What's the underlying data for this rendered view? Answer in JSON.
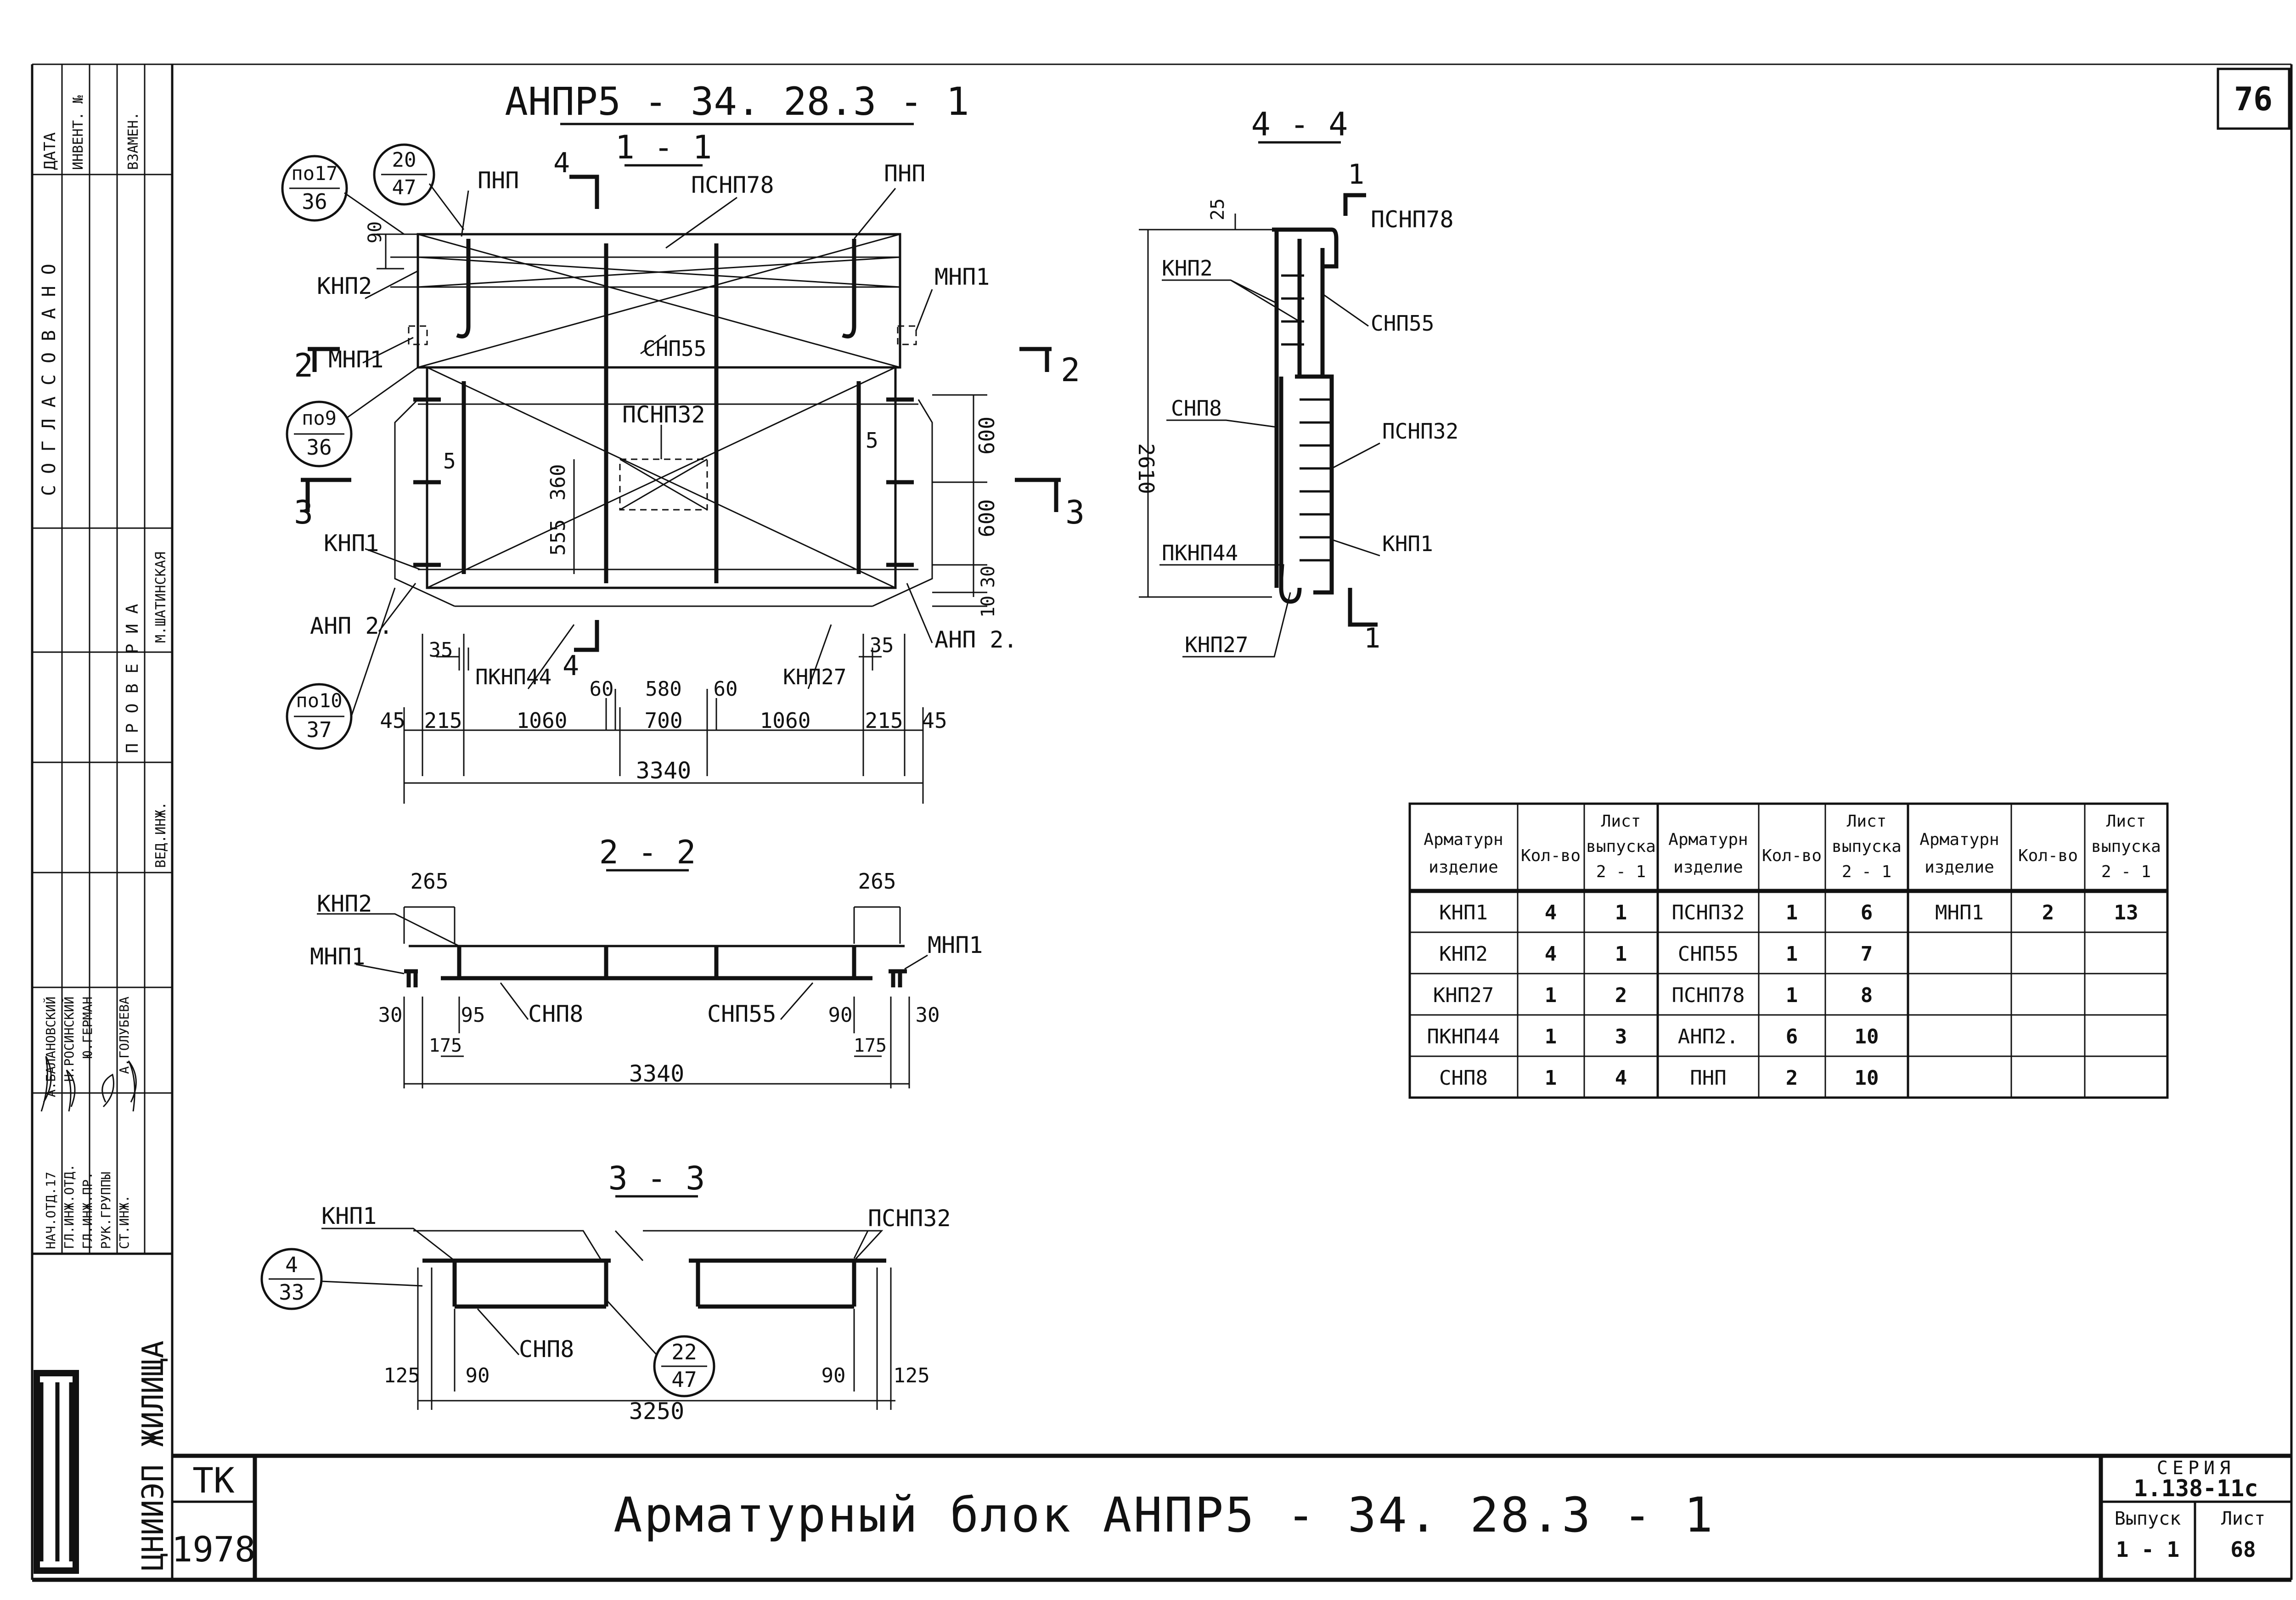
{
  "sheet_number": "76",
  "main_title": "Арматурный блок АНПР5 - 34. 28.3 - 1",
  "drawing_mark": "АНПР5 - 34. 28.3 - 1",
  "sections": {
    "s11": "1 - 1",
    "s22": "2 - 2",
    "s33": "3 - 3",
    "s44": "4 - 4"
  },
  "left_strip": {
    "soglasovano": "С О Г Л А С О В А Н О",
    "data": "ДАТА",
    "invent": "ИНВЕНТ. №",
    "vzamen": "ВЗАМЕН.",
    "proveria": "П Р О В Е Р И А",
    "ved_inzh": "ВЕД.ИНЖ.",
    "shatinskaya": "М.ШАТИНСКАЯ",
    "roles": [
      "НАЧ.ОТД.17",
      "ГЛ.ИНЖ.ОТД.",
      "ГЛ.ИНЖ.ПР.",
      "РУК.ГРУППЫ",
      "СТ.ИНЖ."
    ],
    "names": [
      "А.БАЛАНОВСКИЙ",
      "Н.РОСИНСКИЙ",
      "Ю.ГЕРМАН",
      "",
      "А.ГОЛУБЕВА"
    ],
    "org": "ЦНИИЭП ЖИЛИЩА"
  },
  "stamp": {
    "tk": "ТК",
    "year": "1978",
    "seria_label": "СЕРИЯ",
    "seria": "1.138-11с",
    "vypusk_label": "Выпуск",
    "vypusk": "1 - 1",
    "list_label": "Лист",
    "list": "68"
  },
  "view11": {
    "labels": {
      "pnp_l": "ПНП",
      "pnp_r": "ПНП",
      "psnp78": "ПСНП78",
      "knp2": "КНП2",
      "mnp1_l": "МНП1",
      "mnp1_r": "МНП1",
      "snp55": "СНП55",
      "psnp32": "ПСНП32",
      "knp1": "КНП1",
      "anp2_l": "АНП 2.",
      "anp2_r": "АНП 2.",
      "pknp44": "ПКНП44",
      "knp27": "КНП27",
      "cut4": "4",
      "cut4b": "4",
      "cut2": "2",
      "cut2r": "2",
      "cut3": "3",
      "cut3r": "3",
      "five_l": "5",
      "five_r": "5"
    },
    "bubbles": [
      {
        "top": "по17",
        "bottom": "36"
      },
      {
        "top": "20",
        "bottom": "47"
      },
      {
        "top": "по9",
        "bottom": "36"
      },
      {
        "top": "по10",
        "bottom": "37"
      }
    ],
    "dims_bottom": [
      "45",
      "215",
      "1060",
      "700",
      "1060",
      "215",
      "45"
    ],
    "dims_mid": [
      "35",
      "60",
      "580",
      "60",
      "35"
    ],
    "total": "3340",
    "dims_right": [
      "600",
      "600",
      "30",
      "10"
    ],
    "dims_left": [
      "90"
    ],
    "dims_center": [
      "360",
      "555"
    ]
  },
  "view22": {
    "labels": {
      "knp2": "КНП2",
      "mnp1_l": "МНП1",
      "mnp1_r": "МНП1",
      "snp8": "СНП8",
      "snp55": "СНП55"
    },
    "dims_top": [
      "265",
      "265"
    ],
    "dims_bot": [
      "30",
      "95",
      "175",
      "90",
      "175",
      "30"
    ],
    "total": "3340"
  },
  "view33": {
    "labels": {
      "knp1": "КНП1",
      "psnp32": "ПСНП32",
      "snp8": "СНП8"
    },
    "bubbles": [
      {
        "top": "4",
        "bottom": "33"
      },
      {
        "top": "22",
        "bottom": "47"
      }
    ],
    "dims": [
      "125",
      "90",
      "90",
      "125"
    ],
    "total": "3250"
  },
  "view44": {
    "labels": {
      "cut1": "1",
      "cut1b": "1",
      "psnp78": "ПСНП78",
      "knp2": "КНП2",
      "snp55": "СНП55",
      "snp8": "СНП8",
      "psnp32": "ПСНП32",
      "knp1": "КНП1",
      "pknp44": "ПКНП44",
      "knp27": "КНП27"
    },
    "dims": [
      "25",
      "2610"
    ]
  },
  "table": {
    "headers": [
      [
        "Арматурн",
        "изделие"
      ],
      [
        "Кол-во"
      ],
      [
        "Лист",
        "выпуска",
        "2 - 1"
      ]
    ],
    "rows": [
      [
        "КНП1",
        "4",
        "1",
        "ПСНП32",
        "1",
        "6",
        "МНП1",
        "2",
        "13"
      ],
      [
        "КНП2",
        "4",
        "1",
        "СНП55",
        "1",
        "7",
        "",
        "",
        ""
      ],
      [
        "КНП27",
        "1",
        "2",
        "ПСНП78",
        "1",
        "8",
        "",
        "",
        ""
      ],
      [
        "ПКНП44",
        "1",
        "3",
        "АНП2.",
        "6",
        "10",
        "",
        "",
        ""
      ],
      [
        "СНП8",
        "1",
        "4",
        "ПНП",
        "2",
        "10",
        "",
        "",
        ""
      ]
    ]
  }
}
